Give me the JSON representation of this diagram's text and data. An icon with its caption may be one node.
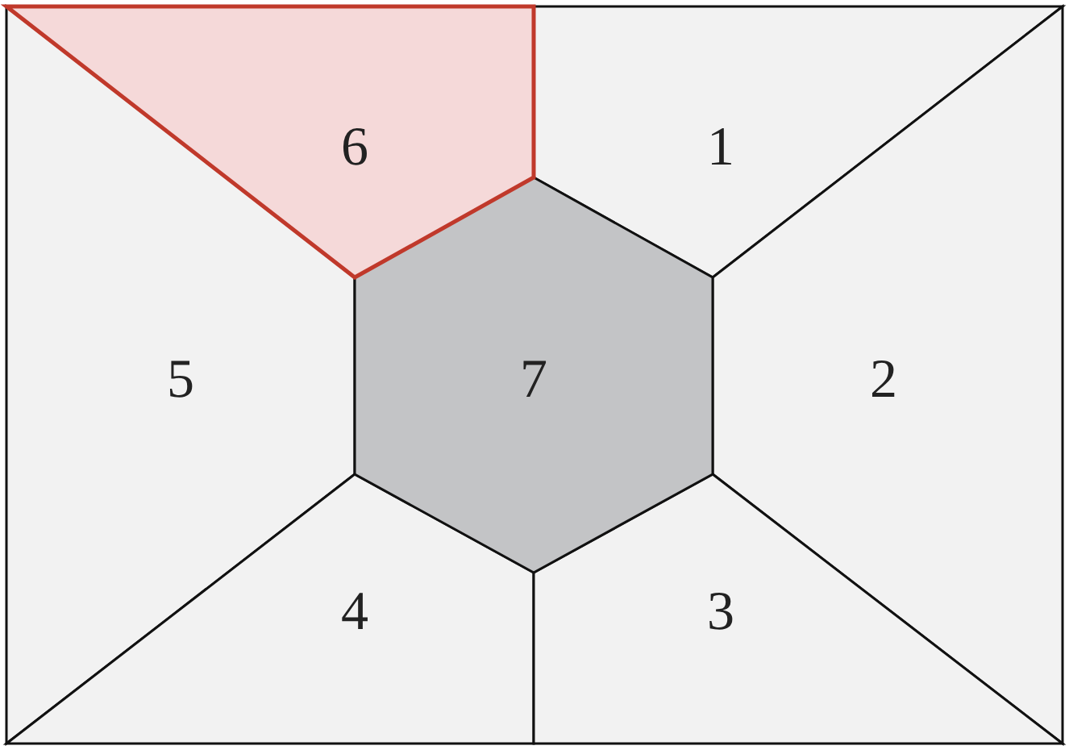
{
  "diagram": {
    "nodes": [
      {
        "text": [
          "6"
        ]
      },
      {
        "text": [
          "1"
        ]
      },
      {
        "text": [
          "5"
        ]
      },
      {
        "text": [
          "7"
        ]
      },
      {
        "text": [
          "2"
        ]
      },
      {
        "text": [
          "4"
        ]
      },
      {
        "text": [
          "3"
        ]
      }
    ]
  }
}
